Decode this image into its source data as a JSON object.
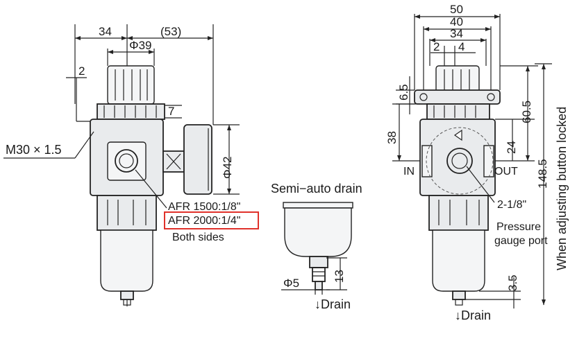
{
  "diagram": {
    "left_view": {
      "dim_width_left": "34",
      "dim_width_right": "(53)",
      "dim_knob_diameter": "Φ39",
      "dim_small": "2",
      "dim_seven": "7",
      "thread_label": "M30 × 1.5",
      "dim_gauge_diameter": "Φ42",
      "port_line_1": "AFR 1500:1/8\"",
      "port_line_2": "AFR 2000:1/4\"",
      "port_line_3": "Both sides"
    },
    "drain_view": {
      "title": "Semi−auto drain",
      "dim_diameter": "Φ5",
      "dim_height": "13",
      "drain_label": "↓Drain"
    },
    "right_view": {
      "dim_50": "50",
      "dim_40": "40",
      "dim_34": "34",
      "dim_2": "2",
      "dim_4": "4",
      "dim_6_5": "6.5",
      "dim_38": "38",
      "dim_60_5": "60.5",
      "dim_24": "24",
      "dim_148_5": "148.5",
      "dim_3_5": "3.5",
      "in_label": "IN",
      "out_label": "OUT",
      "gauge_thread": "2-1/8\"",
      "gauge_port_line_1": "Pressure",
      "gauge_port_line_2": "gauge port",
      "vertical_note": "When adjusting button locked",
      "drain_label": "↓Drain"
    }
  },
  "colors": {
    "highlight": "#e0312a",
    "body_fill": "#e9ebed",
    "line": "#222222"
  }
}
